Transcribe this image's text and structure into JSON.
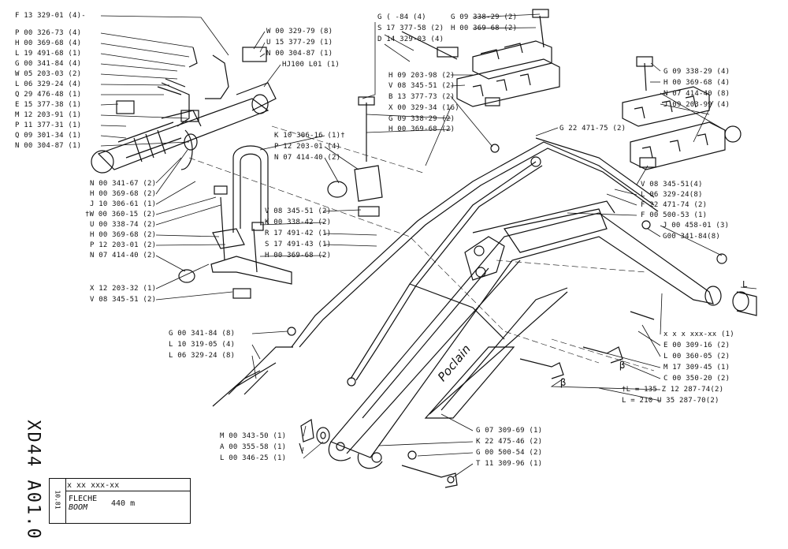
{
  "sheet": {
    "code": "XD44 A01.0",
    "ref": "x xx xxx-xx",
    "date": "10.81",
    "title_fr": "FLECHE",
    "title_en": "BOOM",
    "length": "440 m",
    "brand": "Poclain"
  },
  "parts_left": [
    "F 13 329-01 (4)-",
    "P 00 326-73 (4)",
    "H 00 369-68 (4)",
    "L 19 491-68 (1)",
    "G 00 341-84 (4)",
    "W 05 203-03 (2)",
    "L 06 329-24 (4)",
    "Q 29 476-48 (1)",
    "E 15 377-38 (1)",
    "M 12 203-91 (1)",
    "P 11 377-31 (1)",
    "Q 09 301-34 (1)",
    "N 00 304-87 (1)"
  ],
  "parts_top_center": [
    "W 00 329-79 (8)",
    "U 15 377-29 (1)",
    "N 00 304-87 (1)",
    "HJ100 L01 (1)"
  ],
  "parts_mid_left": [
    "N 00 341-67 (2)",
    "H 00 369-68 (2)",
    "J 10 306-61 (1)",
    "†W 00 360-15 (2)",
    "U 00 338-74 (2)",
    "H 00 369-68 (2)",
    "P 12 203-01 (2)",
    "N 07 414-40 (2)"
  ],
  "parts_clamp_left": [
    "X 12 203-32 (1)",
    "V 08 345-51 (2)"
  ],
  "parts_center": [
    "K 10 306-16 (1)†",
    "P 12 203-01 (4)",
    "N 07 414-40 (2)"
  ],
  "parts_center_mid": [
    "V 08 345-51 (2)",
    "K 00 338-42 (2)",
    "R 17 491-42 (1)",
    "S 17 491-43 (1)",
    "H 00 369-68 (2)"
  ],
  "parts_top_mid": [
    "G (       -84 (4)",
    "S 17 377-58 (2)",
    "D 14 329-03 (4)"
  ],
  "parts_top_right_a": [
    "G 09 338-29 (2)",
    "H 00 369-68 (2)"
  ],
  "parts_top_right_b": [
    "H 09 203-98 (2)",
    "V 08 345-51 (2)",
    "B 13 377-73 (2)",
    "X 00 329-34 (16)",
    "G 09 338-29 (2)",
    "H 00 369-68 (2)"
  ],
  "parts_pipe": "G 22 471-75 (2)",
  "parts_right_top": [
    "G 09 338-29 (4)",
    "H 00 369-68 (4)",
    "N 07 414-40 (8)",
    "J 09 203-99 (4)"
  ],
  "parts_right_mid": [
    "V 08 345-51(4)",
    "L 06 329-24(8)",
    "F 22 471-74 (2)",
    "F 00 500-53 (1)",
    "J 00 458-01 (3)",
    "G00 341-84(8)"
  ],
  "dim_label": "L",
  "parts_right_low": [
    "x x x xxx-xx (1)",
    "E 00 309-16 (2)",
    "L 00 360-05 (2)",
    "M 17 309-45 (1)",
    "C 00 350-20 (2)",
    "†L = 135  Z 12 287-74(2)",
    "L = 210  U 35 287-70(2)"
  ],
  "beta": "β",
  "parts_bottom_left": [
    "G 00 341-84 (8)",
    "L 10 319-05 (4)",
    "L 06 329-24 (8)"
  ],
  "parts_bottom_center": [
    "M 00 343-50 (1)",
    "A 00 355-58 (1)",
    "L 00 346-25 (1)"
  ],
  "parts_bottom_right": [
    "G 07 309-69 (1)",
    "K 22 475-46 (2)",
    "G 00 500-54 (2)",
    "T 11 309-96 (1)"
  ]
}
